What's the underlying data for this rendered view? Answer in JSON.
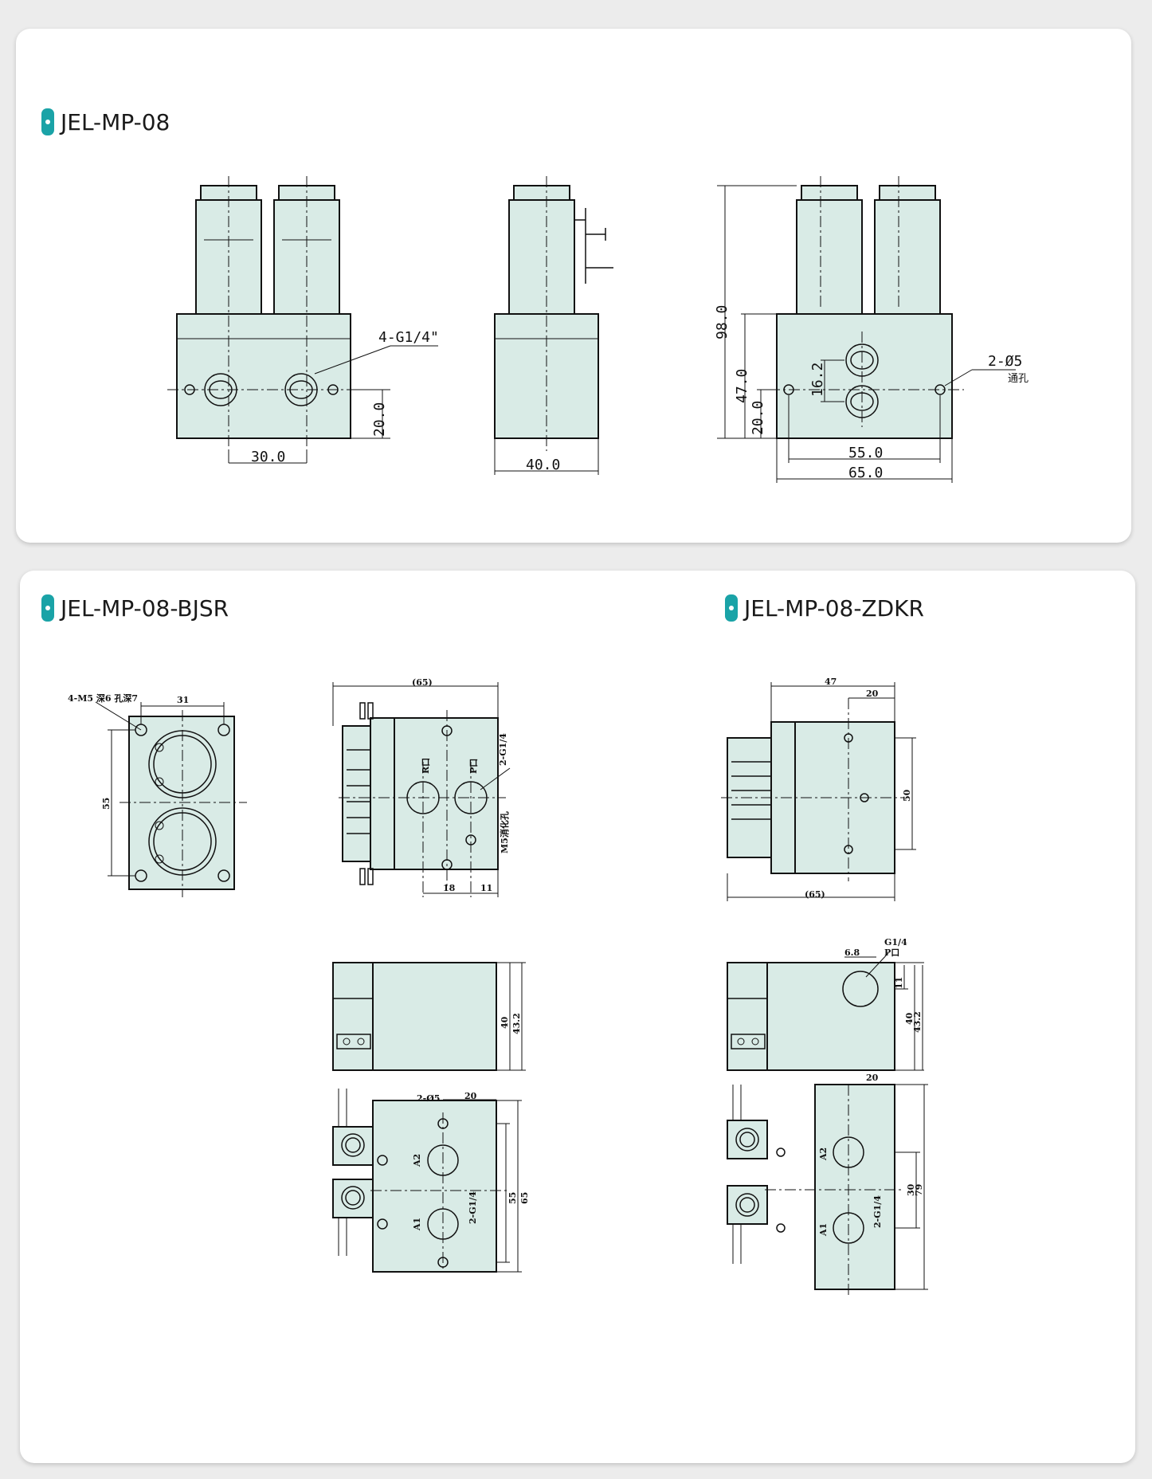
{
  "sections": {
    "top": {
      "model": "JEL-MP-08"
    },
    "bottom_left": {
      "model": "JEL-MP-08-BJSR"
    },
    "bottom_right": {
      "model": "JEL-MP-08-ZDKR"
    }
  },
  "labels": {
    "front_port": "4-G1/4\"",
    "dim_30": "30.0",
    "dim_20a": "20.0",
    "dim_40": "40.0",
    "dim_98": "98.0",
    "dim_47": "47.0",
    "dim_20b": "20.0",
    "dim_16": "16.2",
    "dim_55": "55.0",
    "dim_65": "65.0",
    "hole_spec": "2-Ø5",
    "hole_cn": "通孔",
    "bj_mount": "4-M5 深6 孔深7",
    "bj_31": "31",
    "bj_55": "55",
    "bj_65p": "(65)",
    "bj_port": "2-G1/4",
    "bj_r": "R口",
    "bj_p": "P口",
    "bj_ex": "M5消化孔",
    "bj_18": "18",
    "bj_11": "11",
    "bj_40": "40",
    "bj_432": "43.2",
    "bj_d5": "2-Ø5",
    "bj_20": "20",
    "bj_a2": "A2",
    "bj_a1": "A1",
    "bj_g14": "2-G1/4",
    "bj_55b": "55",
    "bj_65b": "65",
    "zd_47": "47",
    "zd_20": "20",
    "zd_50": "50",
    "zd_65p": "(65)",
    "zd_68": "6.8",
    "zd_g14": "G1/4",
    "zd_p": "P口",
    "zd_11": "11",
    "zd_40": "40",
    "zd_432": "43.2",
    "zd_20b": "20",
    "zd_a2": "A2",
    "zd_a1": "A1",
    "zd_g14b": "2-G1/4",
    "zd_30": "30",
    "zd_79": "79"
  }
}
